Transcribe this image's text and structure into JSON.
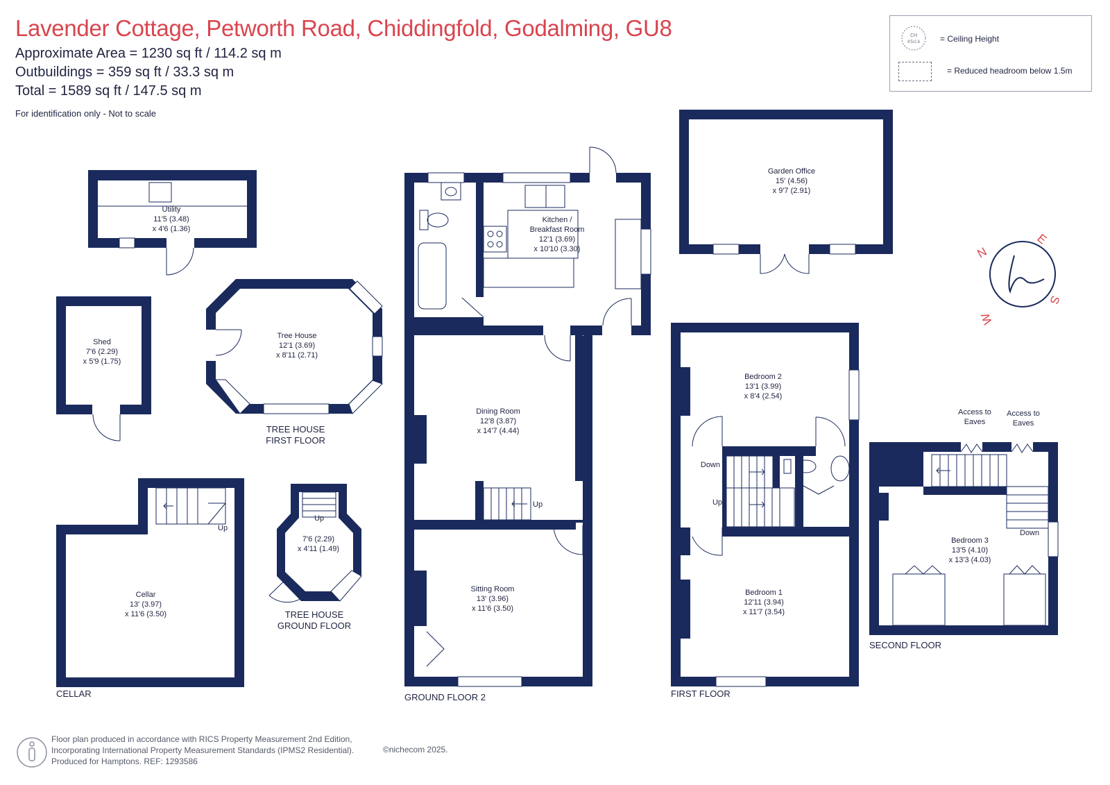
{
  "header": {
    "title": "Lavender Cottage, Petworth Road, Chiddingfold, Godalming, GU8",
    "approx_area": "Approximate Area = 1230 sq ft / 114.2 sq m",
    "outbuildings": "Outbuildings = 359 sq ft / 33.3 sq m",
    "total": "Total = 1589 sq ft / 147.5 sq m",
    "note": "For identification only - Not to scale"
  },
  "legend": {
    "ceiling_height": "= Ceiling Height",
    "ch_symbol": "CH",
    "ch_value": "8'5/2.6",
    "reduced_headroom": "= Reduced headroom below 1.5m"
  },
  "compass": {
    "n": "N",
    "e": "E",
    "s": "S",
    "w": "W"
  },
  "rooms": {
    "utility": {
      "name": "Utility",
      "dim1": "11'5 (3.48)",
      "dim2": "x 4'6 (1.36)"
    },
    "shed": {
      "name": "Shed",
      "dim1": "7'6 (2.29)",
      "dim2": "x 5'9 (1.75)"
    },
    "tree_house_ff": {
      "name": "Tree House",
      "dim1": "12'1 (3.69)",
      "dim2": "x 8'11 (2.71)"
    },
    "tree_house_gf": {
      "dim1": "7'6 (2.29)",
      "dim2": "x 4'11 (1.49)"
    },
    "cellar": {
      "name": "Cellar",
      "dim1": "13' (3.97)",
      "dim2": "x 11'6 (3.50)"
    },
    "kitchen": {
      "name1": "Kitchen /",
      "name2": "Breakfast Room",
      "dim1": "12'1 (3.69)",
      "dim2": "x 10'10 (3.30)"
    },
    "dining": {
      "name": "Dining Room",
      "dim1": "12'8 (3.87)",
      "dim2": "x 14'7 (4.44)"
    },
    "sitting": {
      "name": "Sitting Room",
      "dim1": "13' (3.96)",
      "dim2": "x 11'6 (3.50)"
    },
    "garden_office": {
      "name": "Garden Office",
      "dim1": "15' (4.56)",
      "dim2": "x 9'7 (2.91)"
    },
    "bedroom2": {
      "name": "Bedroom 2",
      "dim1": "13'1 (3.99)",
      "dim2": "x 8'4 (2.54)"
    },
    "bedroom1": {
      "name": "Bedroom 1",
      "dim1": "12'11 (3.94)",
      "dim2": "x 11'7 (3.54)"
    },
    "bedroom3": {
      "name": "Bedroom 3",
      "dim1": "13'5 (4.10)",
      "dim2": "x 13'3 (4.03)"
    }
  },
  "stair_labels": {
    "up": "Up",
    "down": "Down",
    "access_eaves_1a": "Access to",
    "access_eaves_1b": "Eaves",
    "access_eaves_2a": "Access to",
    "access_eaves_2b": "Eaves"
  },
  "floor_labels": {
    "tree_house_ff_1": "TREE HOUSE",
    "tree_house_ff_2": "FIRST FLOOR",
    "tree_house_gf_1": "TREE HOUSE",
    "tree_house_gf_2": "GROUND FLOOR",
    "cellar": "CELLAR",
    "ground_floor": "GROUND FLOOR 2",
    "first_floor": "FIRST FLOOR",
    "second_floor": "SECOND FLOOR"
  },
  "footer": {
    "line1": "Floor plan produced in accordance with RICS Property Measurement 2nd Edition,",
    "line2": "Incorporating International Property Measurement Standards (IPMS2 Residential).",
    "line3": "Produced for Hamptons.   REF:  1293586",
    "copyright": "©nichecom 2025."
  },
  "colors": {
    "wall": "#1a2a5c",
    "title": "#d8454f",
    "compass": "#d8454f"
  }
}
